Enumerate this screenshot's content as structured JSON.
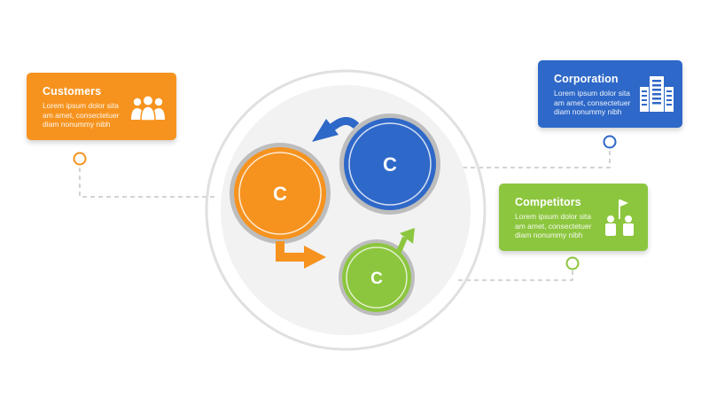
{
  "colors": {
    "orange": "#F6931F",
    "blue": "#2E68C8",
    "green": "#8CC63E",
    "ring": "#D9D9D9",
    "disc": "#F2F2F2",
    "connector": "#BBBBBB"
  },
  "cards": {
    "customers": {
      "title": "Customers",
      "body": "Lorem ipsum dolor sita\nam amet, consectetuer\ndiam nonummy  nibh",
      "icon": "people-group-icon"
    },
    "corporation": {
      "title": "Corporation",
      "body": "Lorem ipsum dolor sita\nam amet, consectetuer\ndiam nonummy  nibh",
      "icon": "office-building-icon"
    },
    "competitors": {
      "title": "Competitors",
      "body": "Lorem ipsum dolor sita\nam amet, consectetuer\ndiam nonummy  nibh",
      "icon": "competitors-flag-icon"
    }
  },
  "nodes": {
    "customers": {
      "letter": "C"
    },
    "corporation": {
      "letter": "C"
    },
    "competitors": {
      "letter": "C"
    }
  }
}
